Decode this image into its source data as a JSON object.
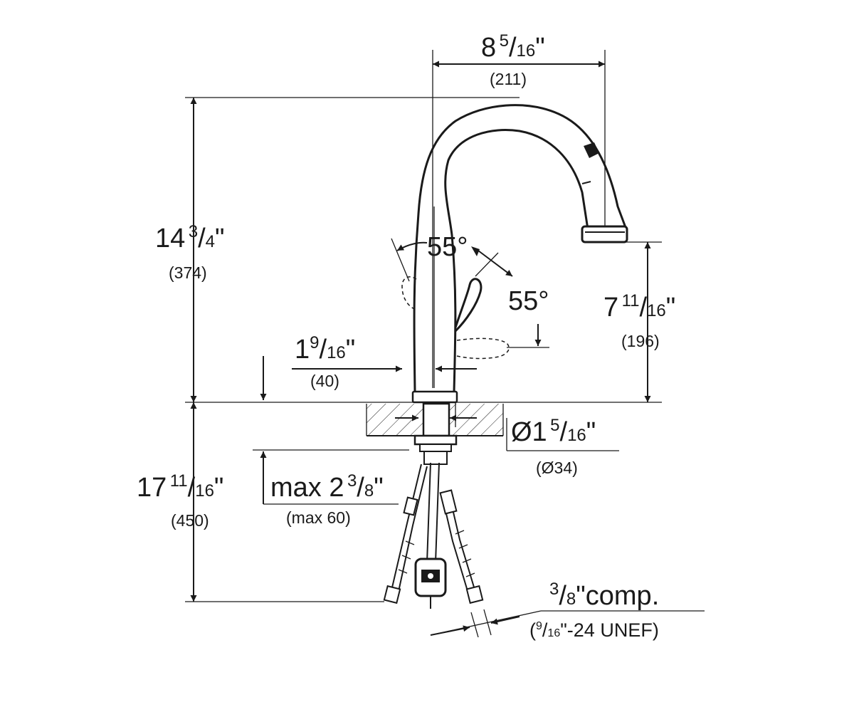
{
  "dimensions": {
    "spout_reach": {
      "whole": "8",
      "num": "5",
      "den": "16",
      "unit": "\"",
      "metric": "(211)"
    },
    "total_height": {
      "whole": "14",
      "num": "3",
      "den": "4",
      "unit": "\"",
      "metric": "(374)"
    },
    "lever_angle_top": {
      "value": "55°"
    },
    "lever_angle_side": {
      "value": "55°"
    },
    "spout_height": {
      "whole": "7",
      "num": "11",
      "den": "16",
      "unit": "\"",
      "metric": "(196)"
    },
    "handle_offset": {
      "whole": "1",
      "num": "9",
      "den": "16",
      "unit": "\"",
      "metric": "(40)"
    },
    "hole_diameter": {
      "prefix": "Ø1",
      "num": "5",
      "den": "16",
      "unit": "\"",
      "metric": "(Ø34)"
    },
    "below_deck": {
      "whole": "17",
      "num": "11",
      "den": "16",
      "unit": "\"",
      "metric": "(450)"
    },
    "counter_thickness": {
      "prefix": "max 2",
      "num": "3",
      "den": "8",
      "unit": "\"",
      "metric": "(max 60)"
    },
    "connection": {
      "num": "3",
      "den": "8",
      "suffix": "\"comp.",
      "thread_open": "(",
      "thread_num": "9",
      "thread_den": "16",
      "thread_suffix": "\"-24 UNEF)"
    }
  }
}
